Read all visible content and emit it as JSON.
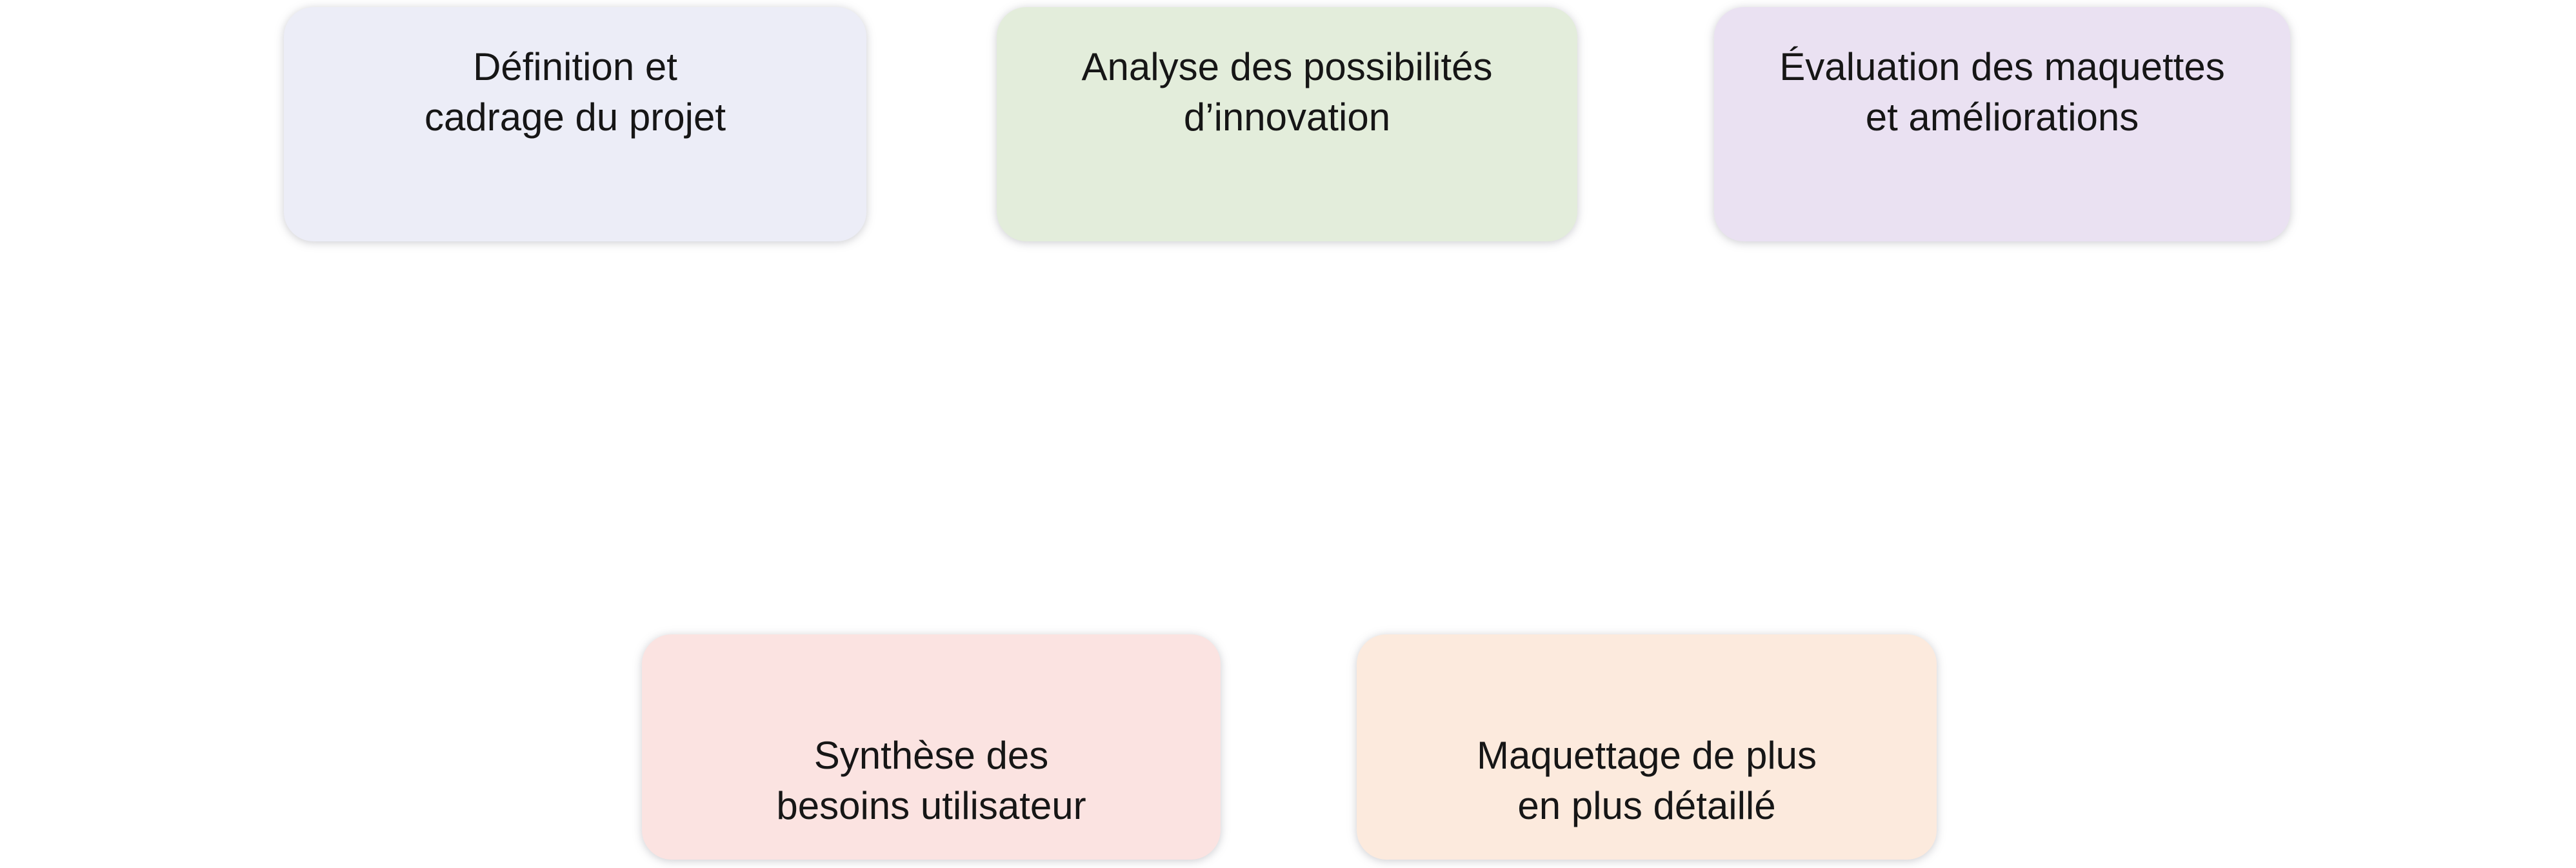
{
  "colors": {
    "background": "#FFFFFF",
    "text": "#161616",
    "box_definition": "#ECEDF7",
    "box_analyse": "#E3EDDB",
    "box_evaluation": "#EAE1F2",
    "box_synthese": "#FBE3E1",
    "box_maquettage": "#FCEADD"
  },
  "stages": [
    {
      "id": "definition-cadrage",
      "lines": [
        "Définition et",
        "cadrage du projet"
      ],
      "color": "#ECEDF7"
    },
    {
      "id": "analyse-innovation",
      "lines": [
        "Analyse des possibilités",
        "d’innovation"
      ],
      "color": "#E3EDDB"
    },
    {
      "id": "evaluation-maquettes",
      "lines": [
        "Évaluation des maquettes",
        "et améliorations"
      ],
      "color": "#EAE1F2"
    },
    {
      "id": "synthese-besoins",
      "lines": [
        "Synthèse des",
        "besoins utilisateur"
      ],
      "color": "#FBE3E1"
    },
    {
      "id": "maquettage-detaille",
      "lines": [
        "Maquettage de plus",
        "en plus détaillé"
      ],
      "color": "#FCEADD"
    }
  ]
}
